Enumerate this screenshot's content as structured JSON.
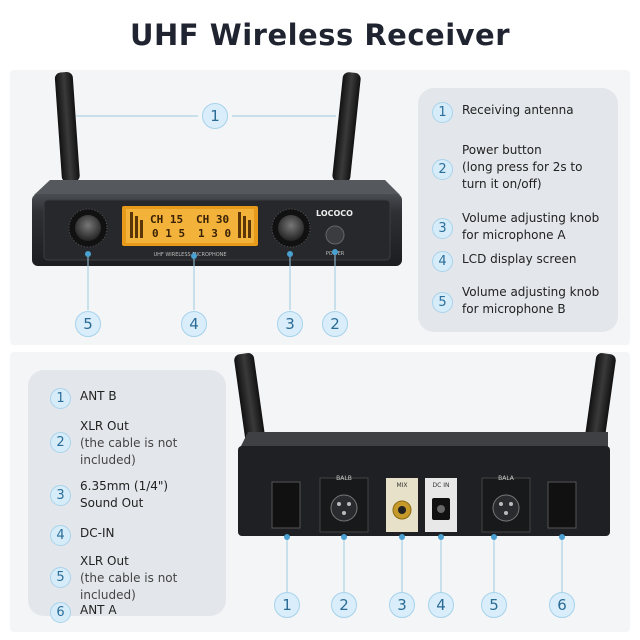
{
  "title": "UHF Wireless Receiver",
  "front": {
    "brand": "LOCOCO",
    "model_text": "UHF WIRELESS MICROPHONE",
    "power_label": "POWER",
    "lcd_a_line1": "CH 15",
    "lcd_a_line2": "0 1 5",
    "lcd_b_line1": "CH 30",
    "lcd_b_line2": "1 3 0",
    "callout_top": "1",
    "callouts_bottom": [
      "5",
      "4",
      "3",
      "2"
    ],
    "legend": [
      {
        "num": "1",
        "lines": [
          "Receiving antenna"
        ]
      },
      {
        "num": "2",
        "lines": [
          "Power button",
          "(long press for 2s to",
          "turn it on/off)"
        ]
      },
      {
        "num": "3",
        "lines": [
          "Volume adjusting knob",
          "for microphone A"
        ]
      },
      {
        "num": "4",
        "lines": [
          "LCD display screen"
        ]
      },
      {
        "num": "5",
        "lines": [
          "Volume adjusting knob",
          "for microphone B"
        ]
      }
    ]
  },
  "back": {
    "port_labels": [
      "BALB",
      "MIX",
      "DC IN",
      "BALA"
    ],
    "callouts": [
      "1",
      "2",
      "3",
      "4",
      "5",
      "6"
    ],
    "legend": [
      {
        "num": "1",
        "main": "ANT B",
        "sub": ""
      },
      {
        "num": "2",
        "main": "XLR Out",
        "sub": "(the cable is not|included)"
      },
      {
        "num": "3",
        "main": "6.35mm (1/4\")|Sound Out",
        "sub": ""
      },
      {
        "num": "4",
        "main": "DC-IN",
        "sub": ""
      },
      {
        "num": "5",
        "main": "XLR Out",
        "sub": "(the cable is not|included)"
      },
      {
        "num": "6",
        "main": "ANT A",
        "sub": ""
      }
    ]
  },
  "colors": {
    "badge_bg": "#d6ecf8",
    "device_body": "#2a2c30",
    "lcd_orange": "#f0a020"
  }
}
